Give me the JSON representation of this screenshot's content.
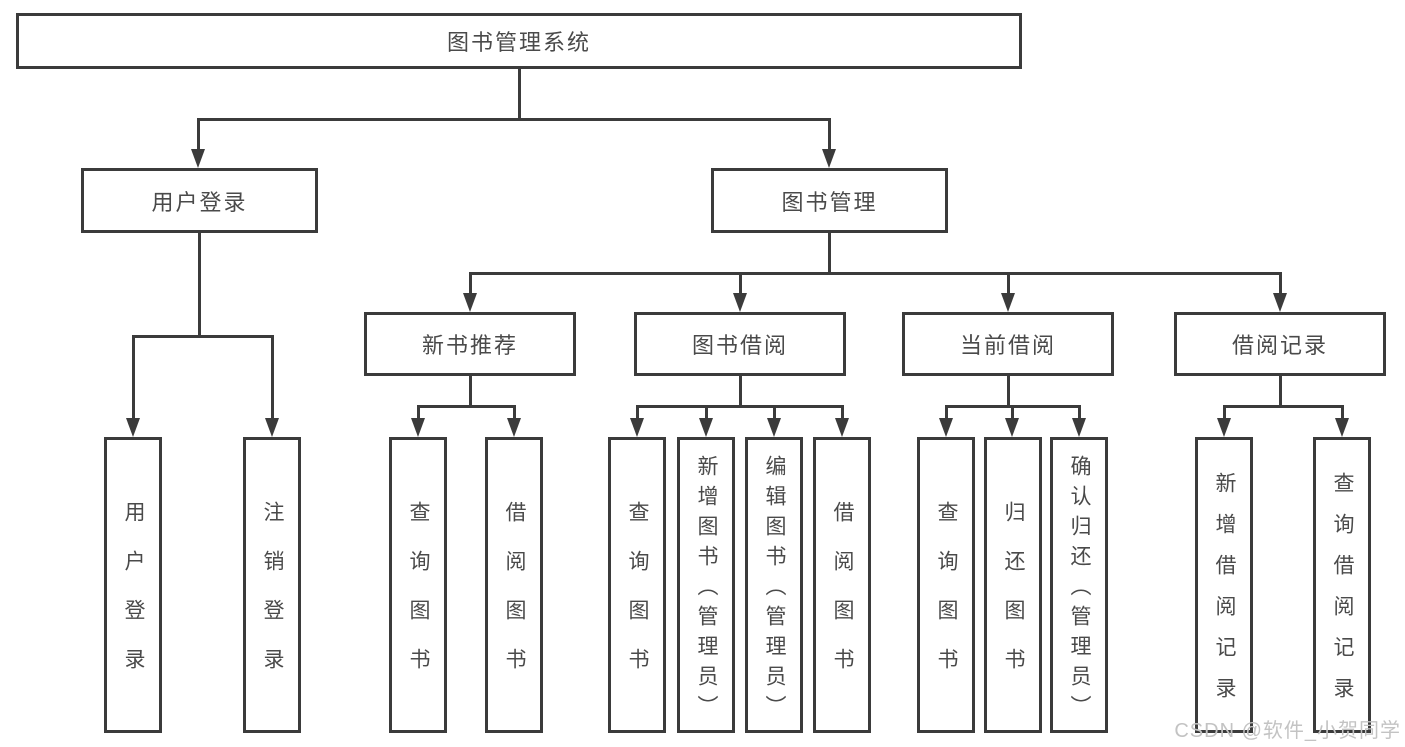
{
  "diagram": {
    "root": {
      "label": "图书管理系统"
    },
    "branches": [
      {
        "label": "用户登录",
        "children": [
          {
            "label": "用户登录"
          },
          {
            "label": "注销登录"
          }
        ]
      },
      {
        "label": "图书管理",
        "groups": [
          {
            "label": "新书推荐",
            "children": [
              {
                "label": "查询图书"
              },
              {
                "label": "借阅图书"
              }
            ]
          },
          {
            "label": "图书借阅",
            "children": [
              {
                "label": "查询图书"
              },
              {
                "label": "新增图书（管理员）"
              },
              {
                "label": "编辑图书（管理员）"
              },
              {
                "label": "借阅图书"
              }
            ]
          },
          {
            "label": "当前借阅",
            "children": [
              {
                "label": "查询图书"
              },
              {
                "label": "归还图书"
              },
              {
                "label": "确认归还（管理员）"
              }
            ]
          },
          {
            "label": "借阅记录",
            "children": [
              {
                "label": "新增借阅记录"
              },
              {
                "label": "查询借阅记录"
              }
            ]
          }
        ]
      }
    ]
  },
  "watermark": "CSDN @软件_小贺同学",
  "colors": {
    "line": "#3b3b3b",
    "text": "#4a4a4a",
    "background": "#ffffff",
    "watermark": "#c3c3c3"
  }
}
